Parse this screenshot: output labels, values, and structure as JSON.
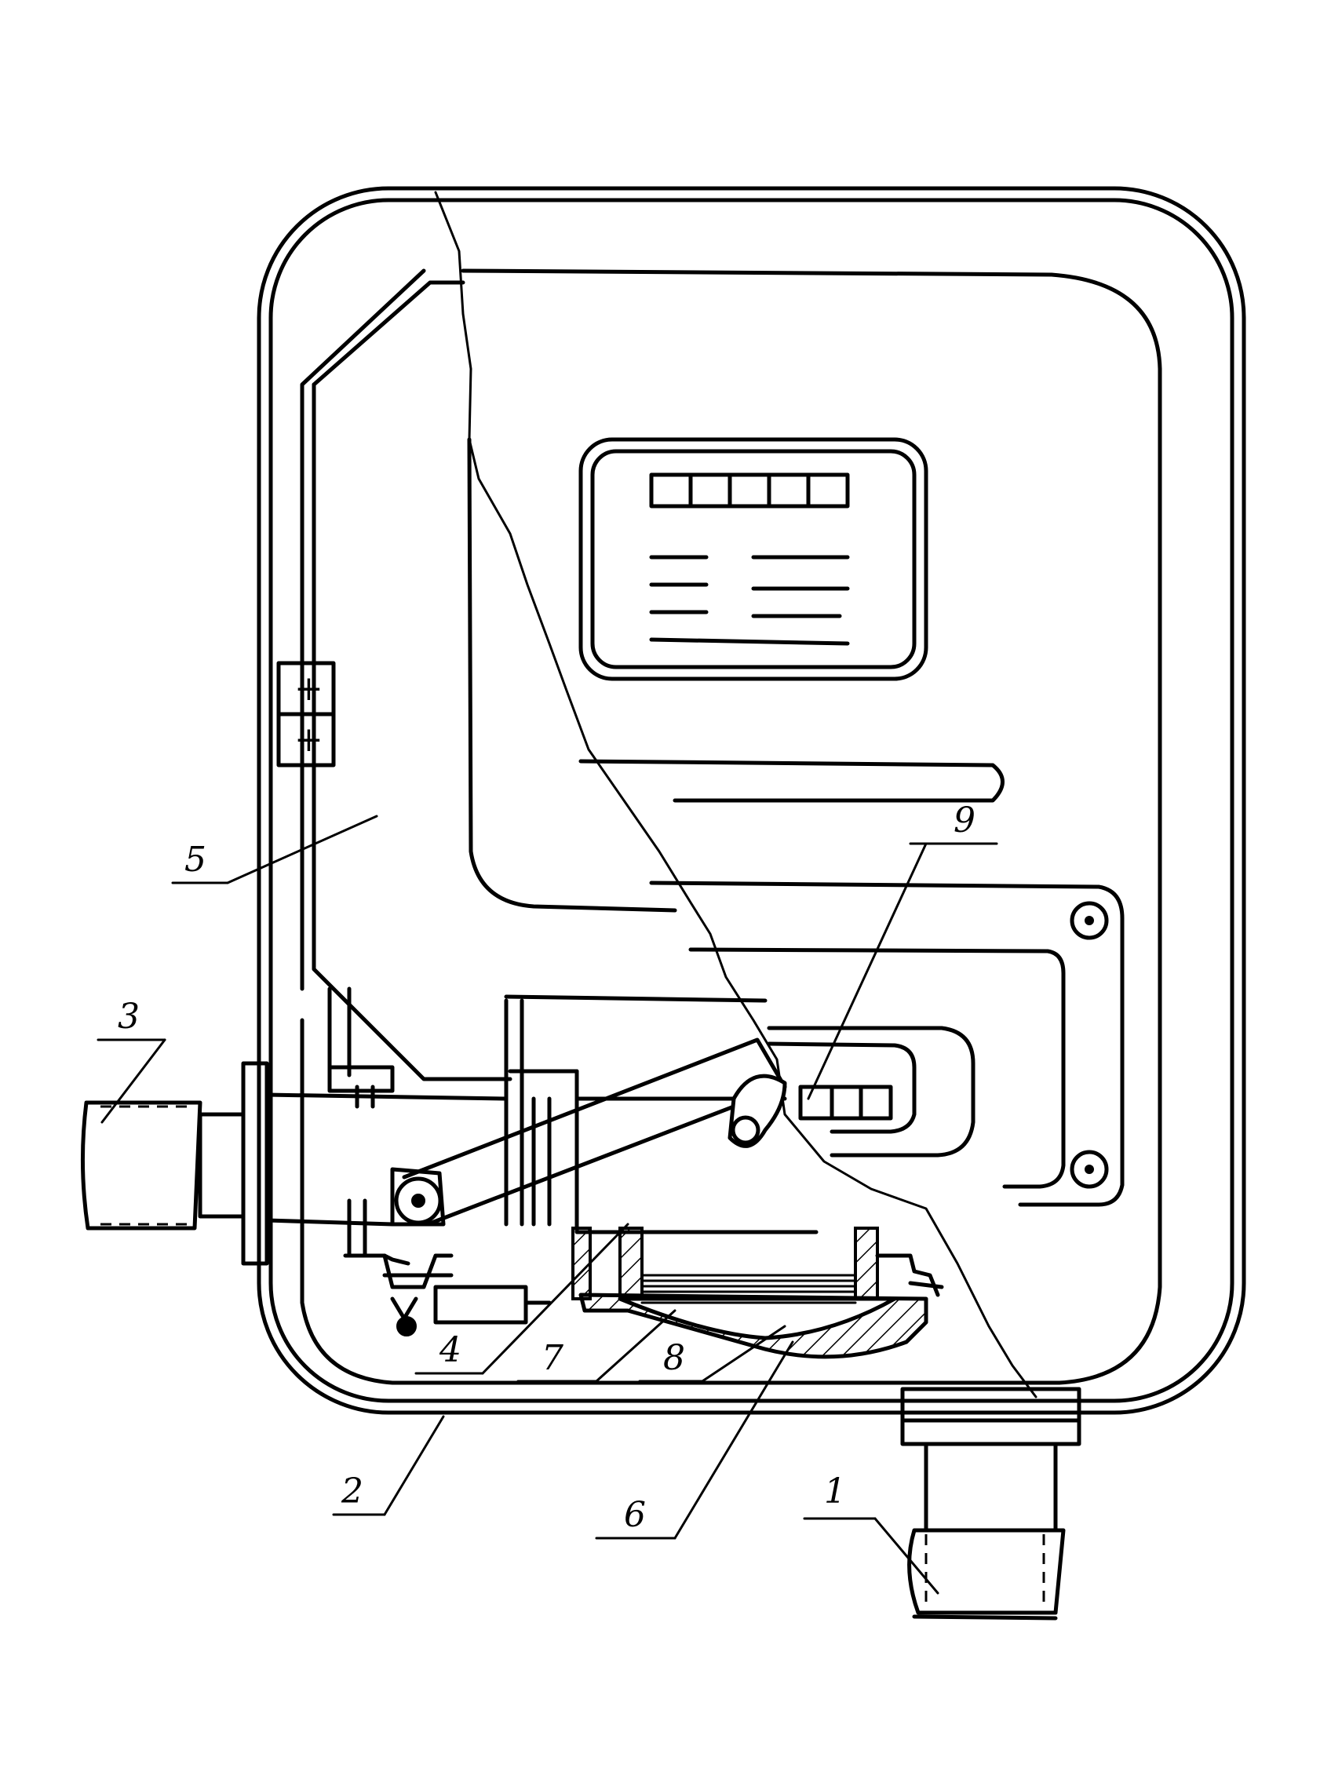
{
  "figure": {
    "labels": [
      {
        "id": "1",
        "text": "1"
      },
      {
        "id": "2",
        "text": "2"
      },
      {
        "id": "3",
        "text": "3"
      },
      {
        "id": "4",
        "text": "4"
      },
      {
        "id": "5",
        "text": "5"
      },
      {
        "id": "6",
        "text": "6"
      },
      {
        "id": "7",
        "text": "7"
      },
      {
        "id": "8",
        "text": "8"
      },
      {
        "id": "9",
        "text": "9"
      }
    ],
    "hinge_symbols": [
      "+",
      "+"
    ],
    "colors": {
      "ink": "#000000",
      "paper": "#ffffff"
    }
  }
}
